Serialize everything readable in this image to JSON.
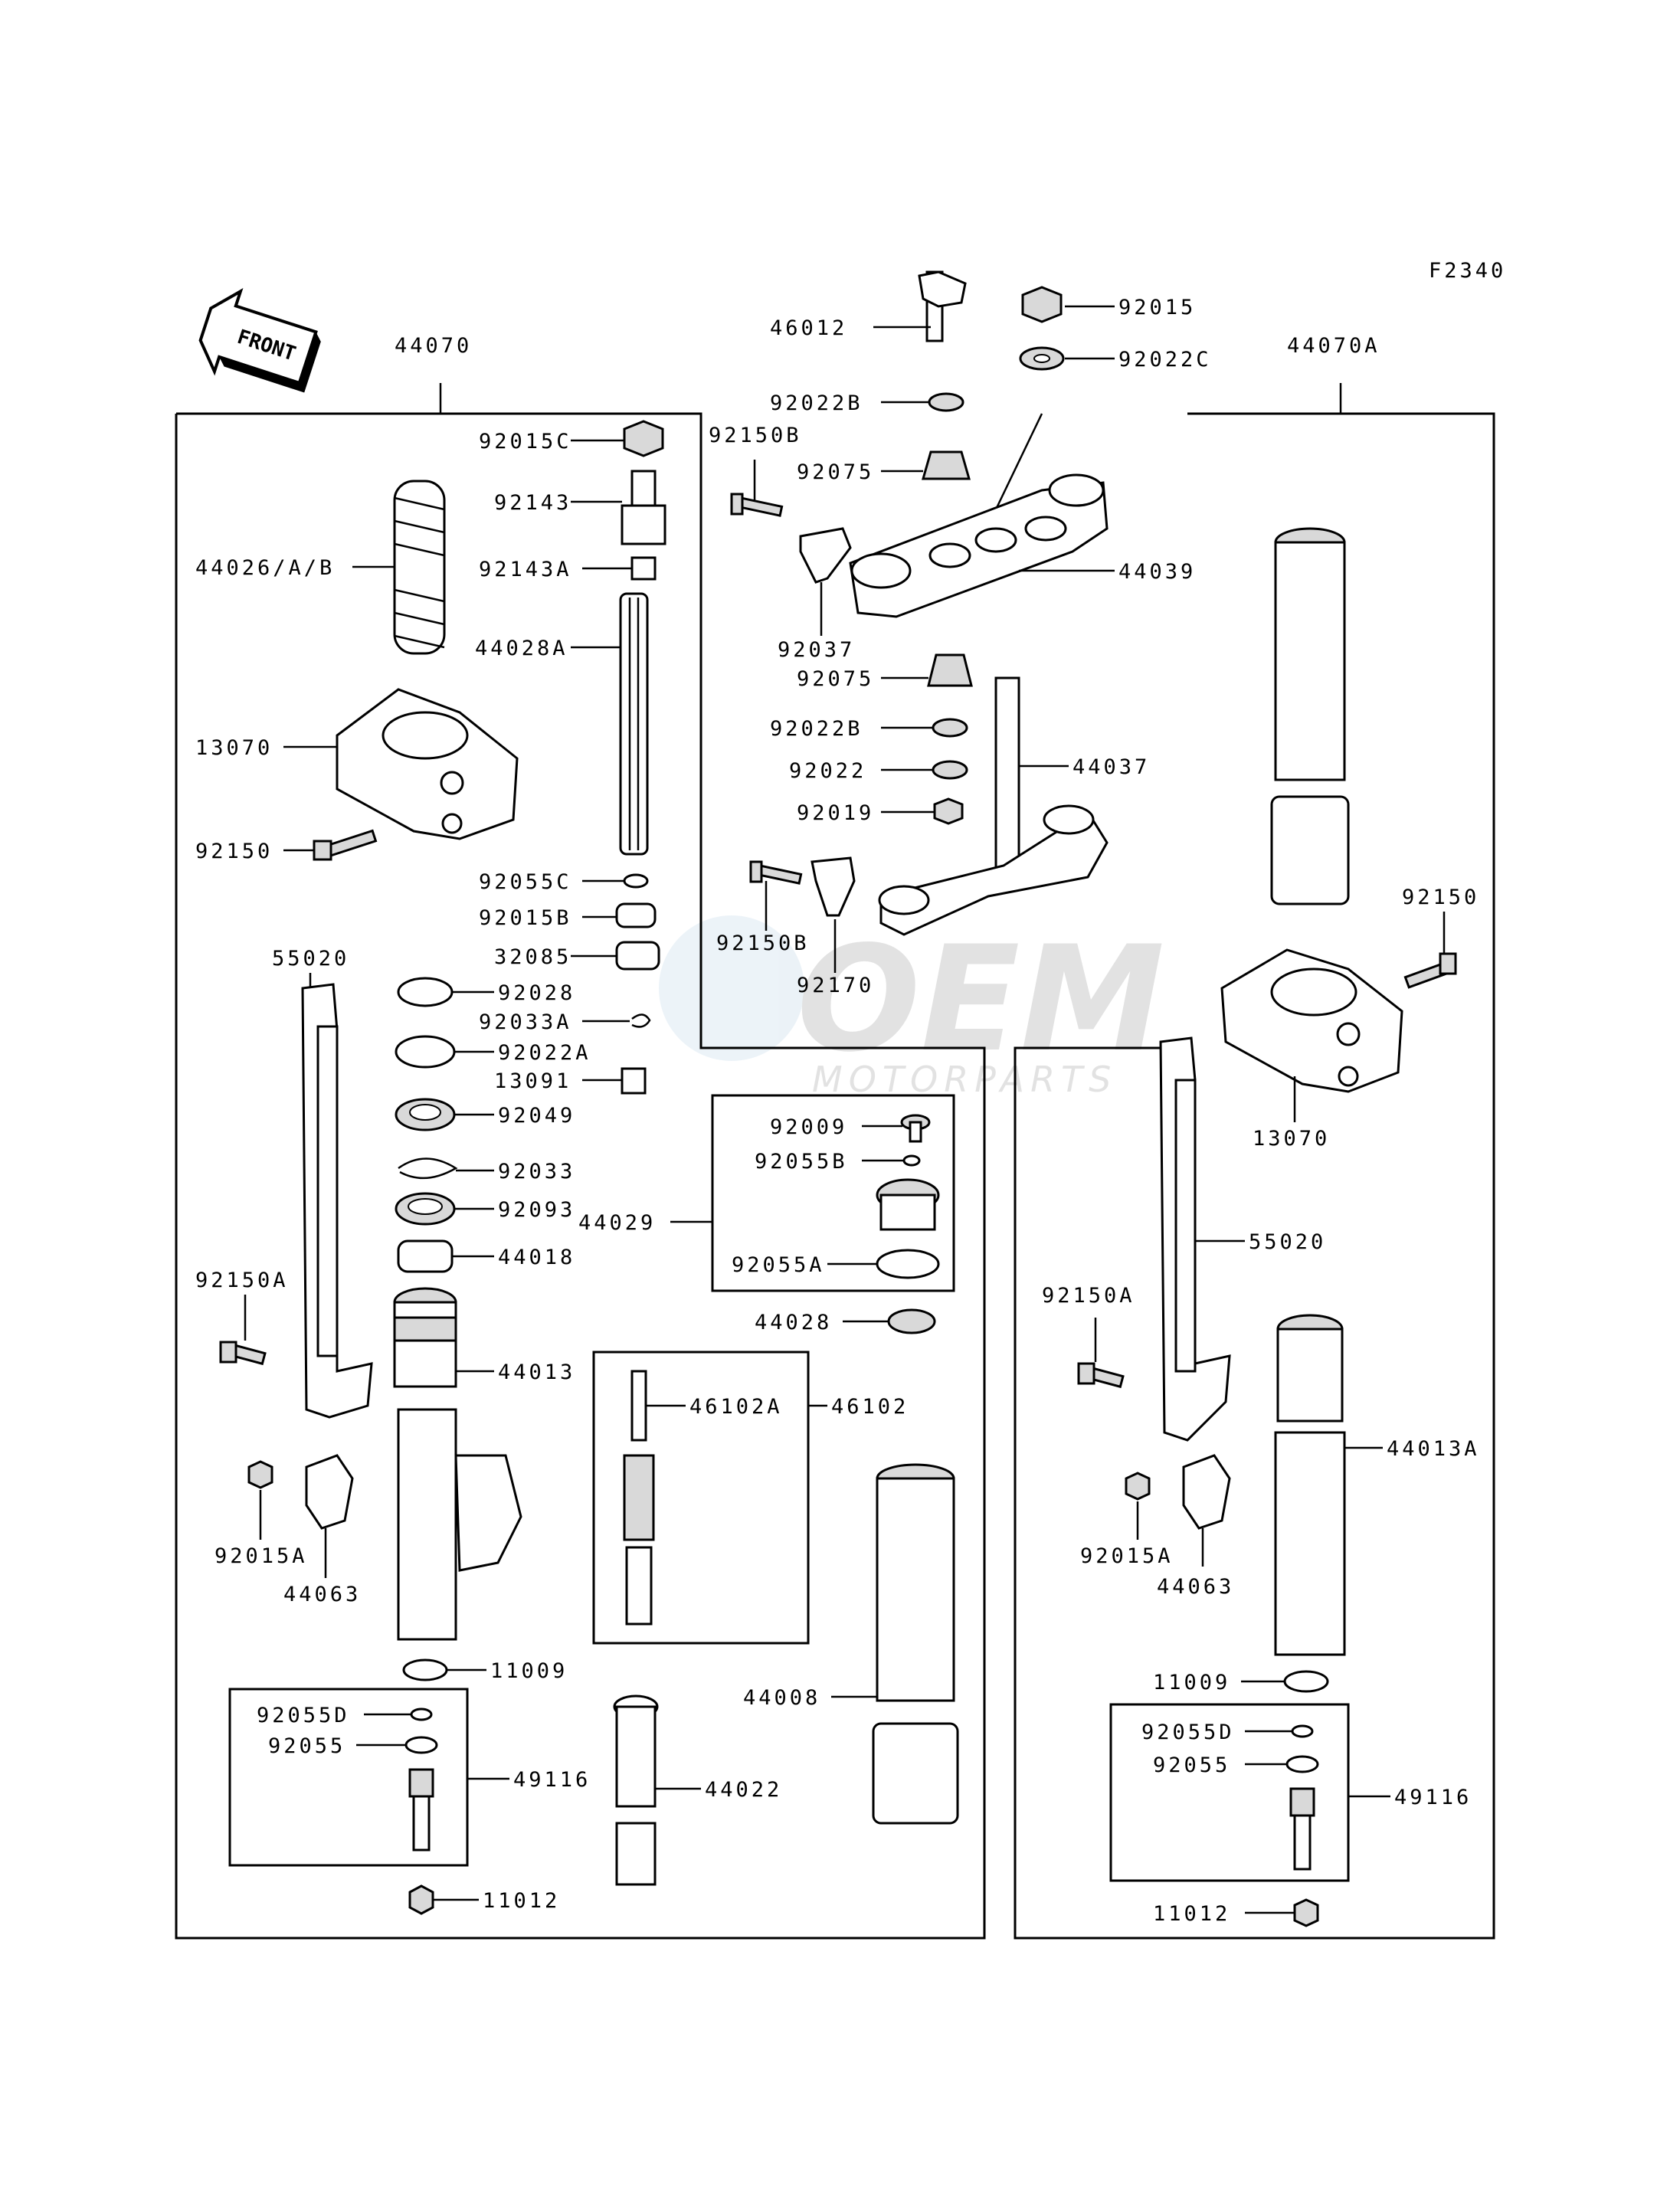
{
  "figure_code": "F2340",
  "front_label": "FRONT",
  "watermark": {
    "brand": "OEM",
    "sub": "MOTORPARTS"
  },
  "assemblies": {
    "left_fork": "44070",
    "right_fork": "44070A",
    "steering_box": "",
    "cap_assembly": "44029",
    "damper_rod": "46102",
    "drain_left": "49116",
    "drain_right": "49116"
  },
  "parts": {
    "p46012": "46012",
    "p92015": "92015",
    "p92022C": "92022C",
    "p92022B_top": "92022B",
    "p92150B_top": "92150B",
    "p92075_top": "92075",
    "p44039": "44039",
    "p92037": "92037",
    "p92075_mid": "92075",
    "p92022B_mid": "92022B",
    "p92022": "92022",
    "p92019": "92019",
    "p44037": "44037",
    "p92150B_mid": "92150B",
    "p92170": "92170",
    "p92015C": "92015C",
    "p92143": "92143",
    "p44026": "44026/A/B",
    "p92143A": "92143A",
    "p44028A": "44028A",
    "p13070_left": "13070",
    "p92150_left": "92150",
    "p92055C": "92055C",
    "p92015B": "92015B",
    "p32085": "32085",
    "p55020_left": "55020",
    "p92028": "92028",
    "p92033A": "92033A",
    "p92022A": "92022A",
    "p13091": "13091",
    "p92049": "92049",
    "p92033": "92033",
    "p92093": "92093",
    "p44018": "44018",
    "p44013": "44013",
    "p92150A_left": "92150A",
    "p92015A_left": "92015A",
    "p44063_left": "44063",
    "p11009_left": "11009",
    "p92055D_left": "92055D",
    "p92055_left": "92055",
    "p11012_left": "11012",
    "p92009": "92009",
    "p92055B": "92055B",
    "p92055A": "92055A",
    "p44028": "44028",
    "p46102A": "46102A",
    "p44008": "44008",
    "p44022": "44022",
    "p92150_right": "92150",
    "p13070_right": "13070",
    "p55020_right": "55020",
    "p92150A_right": "92150A",
    "p44013A": "44013A",
    "p92015A_right": "92015A",
    "p44063_right": "44063",
    "p11009_right": "11009",
    "p92055D_right": "92055D",
    "p92055_right": "92055",
    "p11012_right": "11012"
  }
}
